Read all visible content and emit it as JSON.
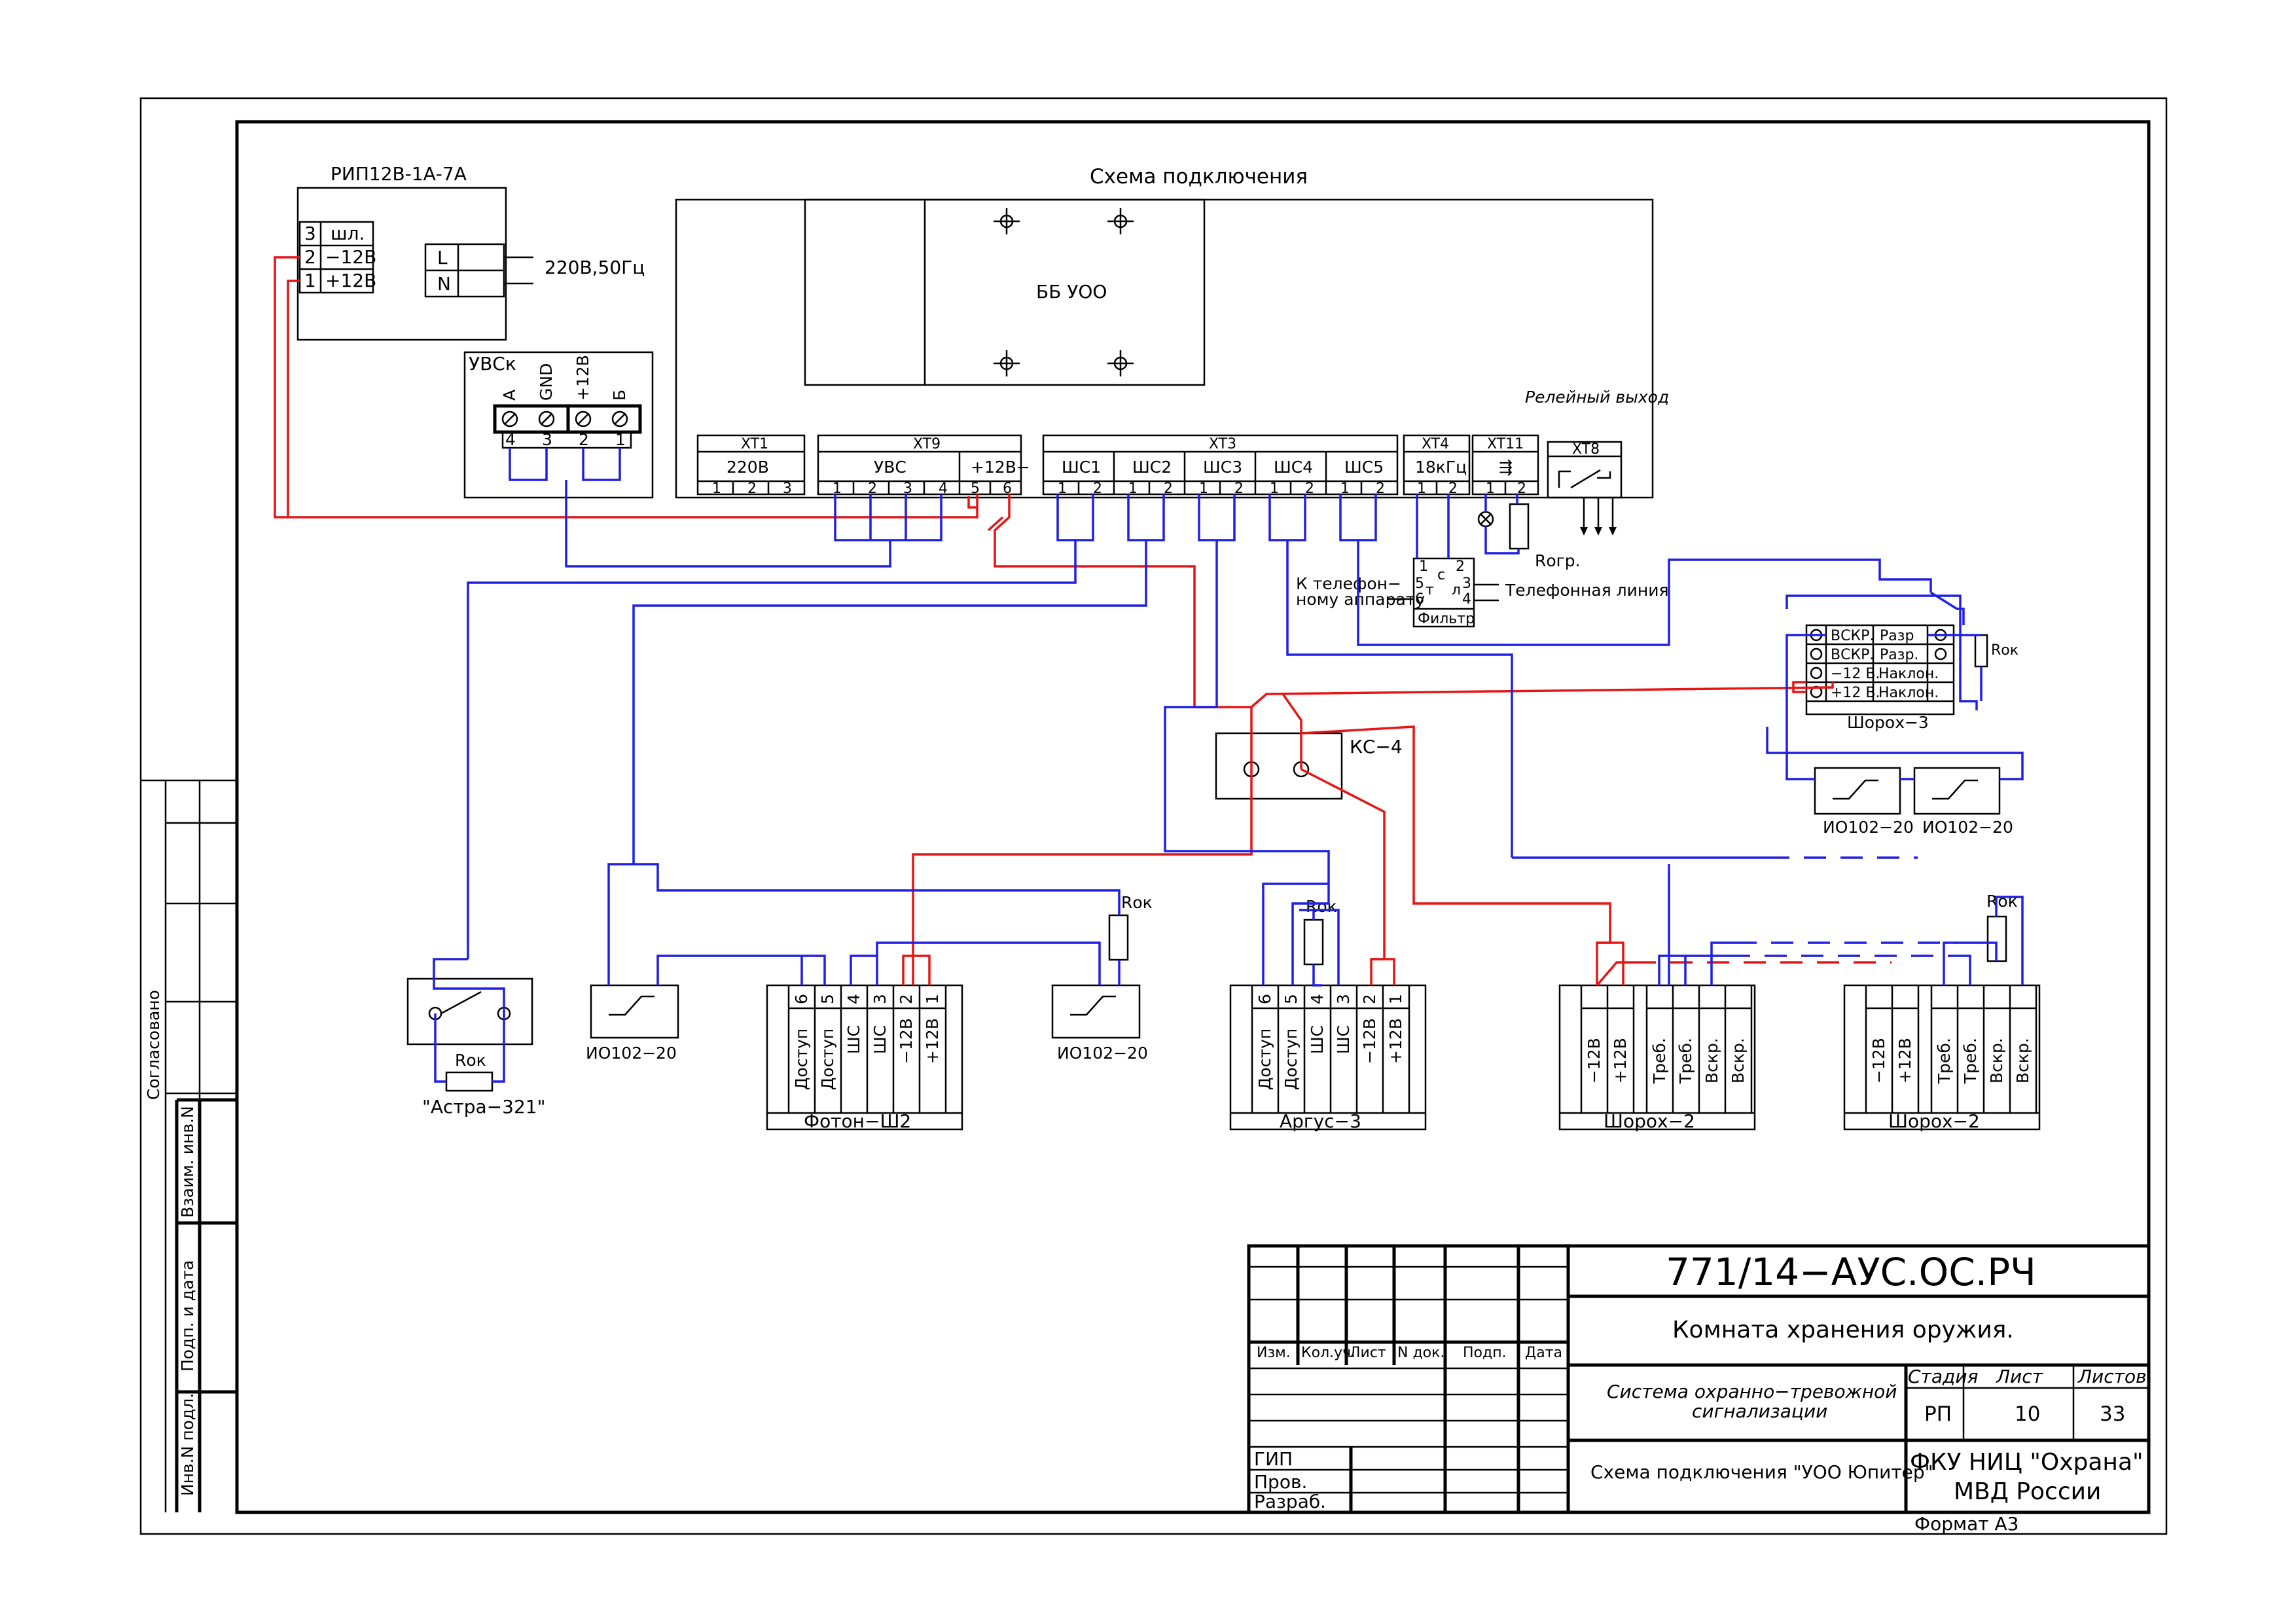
{
  "title": "Схема подключения",
  "power_supply": {
    "name": "РИП12В-1А-7А",
    "rows": [
      {
        "num": "3",
        "label": "шл."
      },
      {
        "num": "2",
        "label": "−12В"
      },
      {
        "num": "1",
        "label": "+12В"
      }
    ],
    "mains": {
      "l": "L",
      "n": "N",
      "label": "220В,50Гц"
    }
  },
  "uvsk": {
    "name": "УВСк",
    "terms": [
      "A",
      "GND",
      "+12В",
      "Б"
    ],
    "nums": [
      "4",
      "3",
      "2",
      "1"
    ]
  },
  "main_unit": {
    "bb_label": "ББ УОО",
    "relay_label": "Релейный выход",
    "xt1": {
      "name": "XT1",
      "sub": "220В",
      "pins": [
        "1",
        "2",
        "3"
      ]
    },
    "xt9": {
      "name": "XT9",
      "sub_a": "УВС",
      "sub_b": "+12В−",
      "pins": [
        "1",
        "2",
        "3",
        "4",
        "5",
        "6"
      ]
    },
    "xt3": {
      "name": "XT3",
      "subs": [
        "ШС1",
        "ШС2",
        "ШС3",
        "ШС4",
        "ШС5"
      ],
      "pins": [
        "1",
        "2"
      ]
    },
    "xt4": {
      "name": "XT4",
      "sub": "18кГц",
      "pins": [
        "1",
        "2"
      ]
    },
    "xt11": {
      "name": "XT11",
      "sub": "⇶",
      "pins": [
        "1",
        "2"
      ]
    },
    "xt8": {
      "name": "XT8"
    }
  },
  "rogr": "Rогр.",
  "filter": {
    "name": "Фильтр",
    "pins": [
      "1",
      "2",
      "3",
      "4",
      "5",
      "6"
    ],
    "inner": [
      "с",
      "т",
      "л"
    ],
    "left_label_1": "К телефон−",
    "left_label_2": "ному аппарату",
    "right_label": "Телефонная линия"
  },
  "shoroh3": {
    "name": "Шорох−3",
    "rows": [
      {
        "a": "ВСКР.",
        "b": "Разр"
      },
      {
        "a": "ВСКР.",
        "b": "Разр."
      },
      {
        "a": "−12 В.",
        "b": "Наклон."
      },
      {
        "a": "+12 В.",
        "b": "Наклон."
      }
    ],
    "rok": "Rок"
  },
  "io102_labels": [
    "ИО102−20",
    "ИО102−20",
    "ИО102−20",
    "ИО102−20"
  ],
  "ks4": "КС−4",
  "rok": "Rок",
  "astra": "\"Астра−321\"",
  "foton": {
    "name": "Фотон−Ш2",
    "nums": [
      "6",
      "5",
      "4",
      "3",
      "2",
      "1"
    ],
    "labels": [
      "Доступ",
      "Доступ",
      "ШС",
      "ШС",
      "−12В",
      "+12В"
    ]
  },
  "argus": {
    "name": "Аргус−3",
    "nums": [
      "6",
      "5",
      "4",
      "3",
      "2",
      "1"
    ],
    "labels": [
      "Доступ",
      "Доступ",
      "ШС",
      "ШС",
      "−12В",
      "+12В"
    ]
  },
  "shoroh2": {
    "name": "Шорох−2",
    "labels": [
      "−12В",
      "+12В",
      "Треб.",
      "Треб.",
      "Вскр.",
      "Вскр."
    ]
  },
  "side_stamp": {
    "agreed": "Согласовано",
    "vzam": "Взаим. инв.N",
    "podp": "Подп. и дата",
    "inv": "Инв.N подл."
  },
  "title_block": {
    "code": "771/14−АУС.ОС.РЧ",
    "room": "Комната хранения оружия.",
    "system_1": "Система охранно−тревожной",
    "system_2": "сигнализации",
    "sheet_name": "Схема подключения \"УОО Юпитер\"",
    "stage_h": "Стадия",
    "sheet_h": "Лист",
    "sheets_h": "Листов",
    "stage": "РП",
    "sheet": "10",
    "sheets": "33",
    "org_1": "ФКУ НИЦ \"Охрана\"",
    "org_2": "МВД России",
    "cols": [
      "Изм.",
      "Кол.уч.",
      "Лист",
      "N док.",
      "Подп.",
      "Дата"
    ],
    "roles": [
      "ГИП",
      "Пров.",
      "Разраб."
    ],
    "format": "Формат А3"
  }
}
